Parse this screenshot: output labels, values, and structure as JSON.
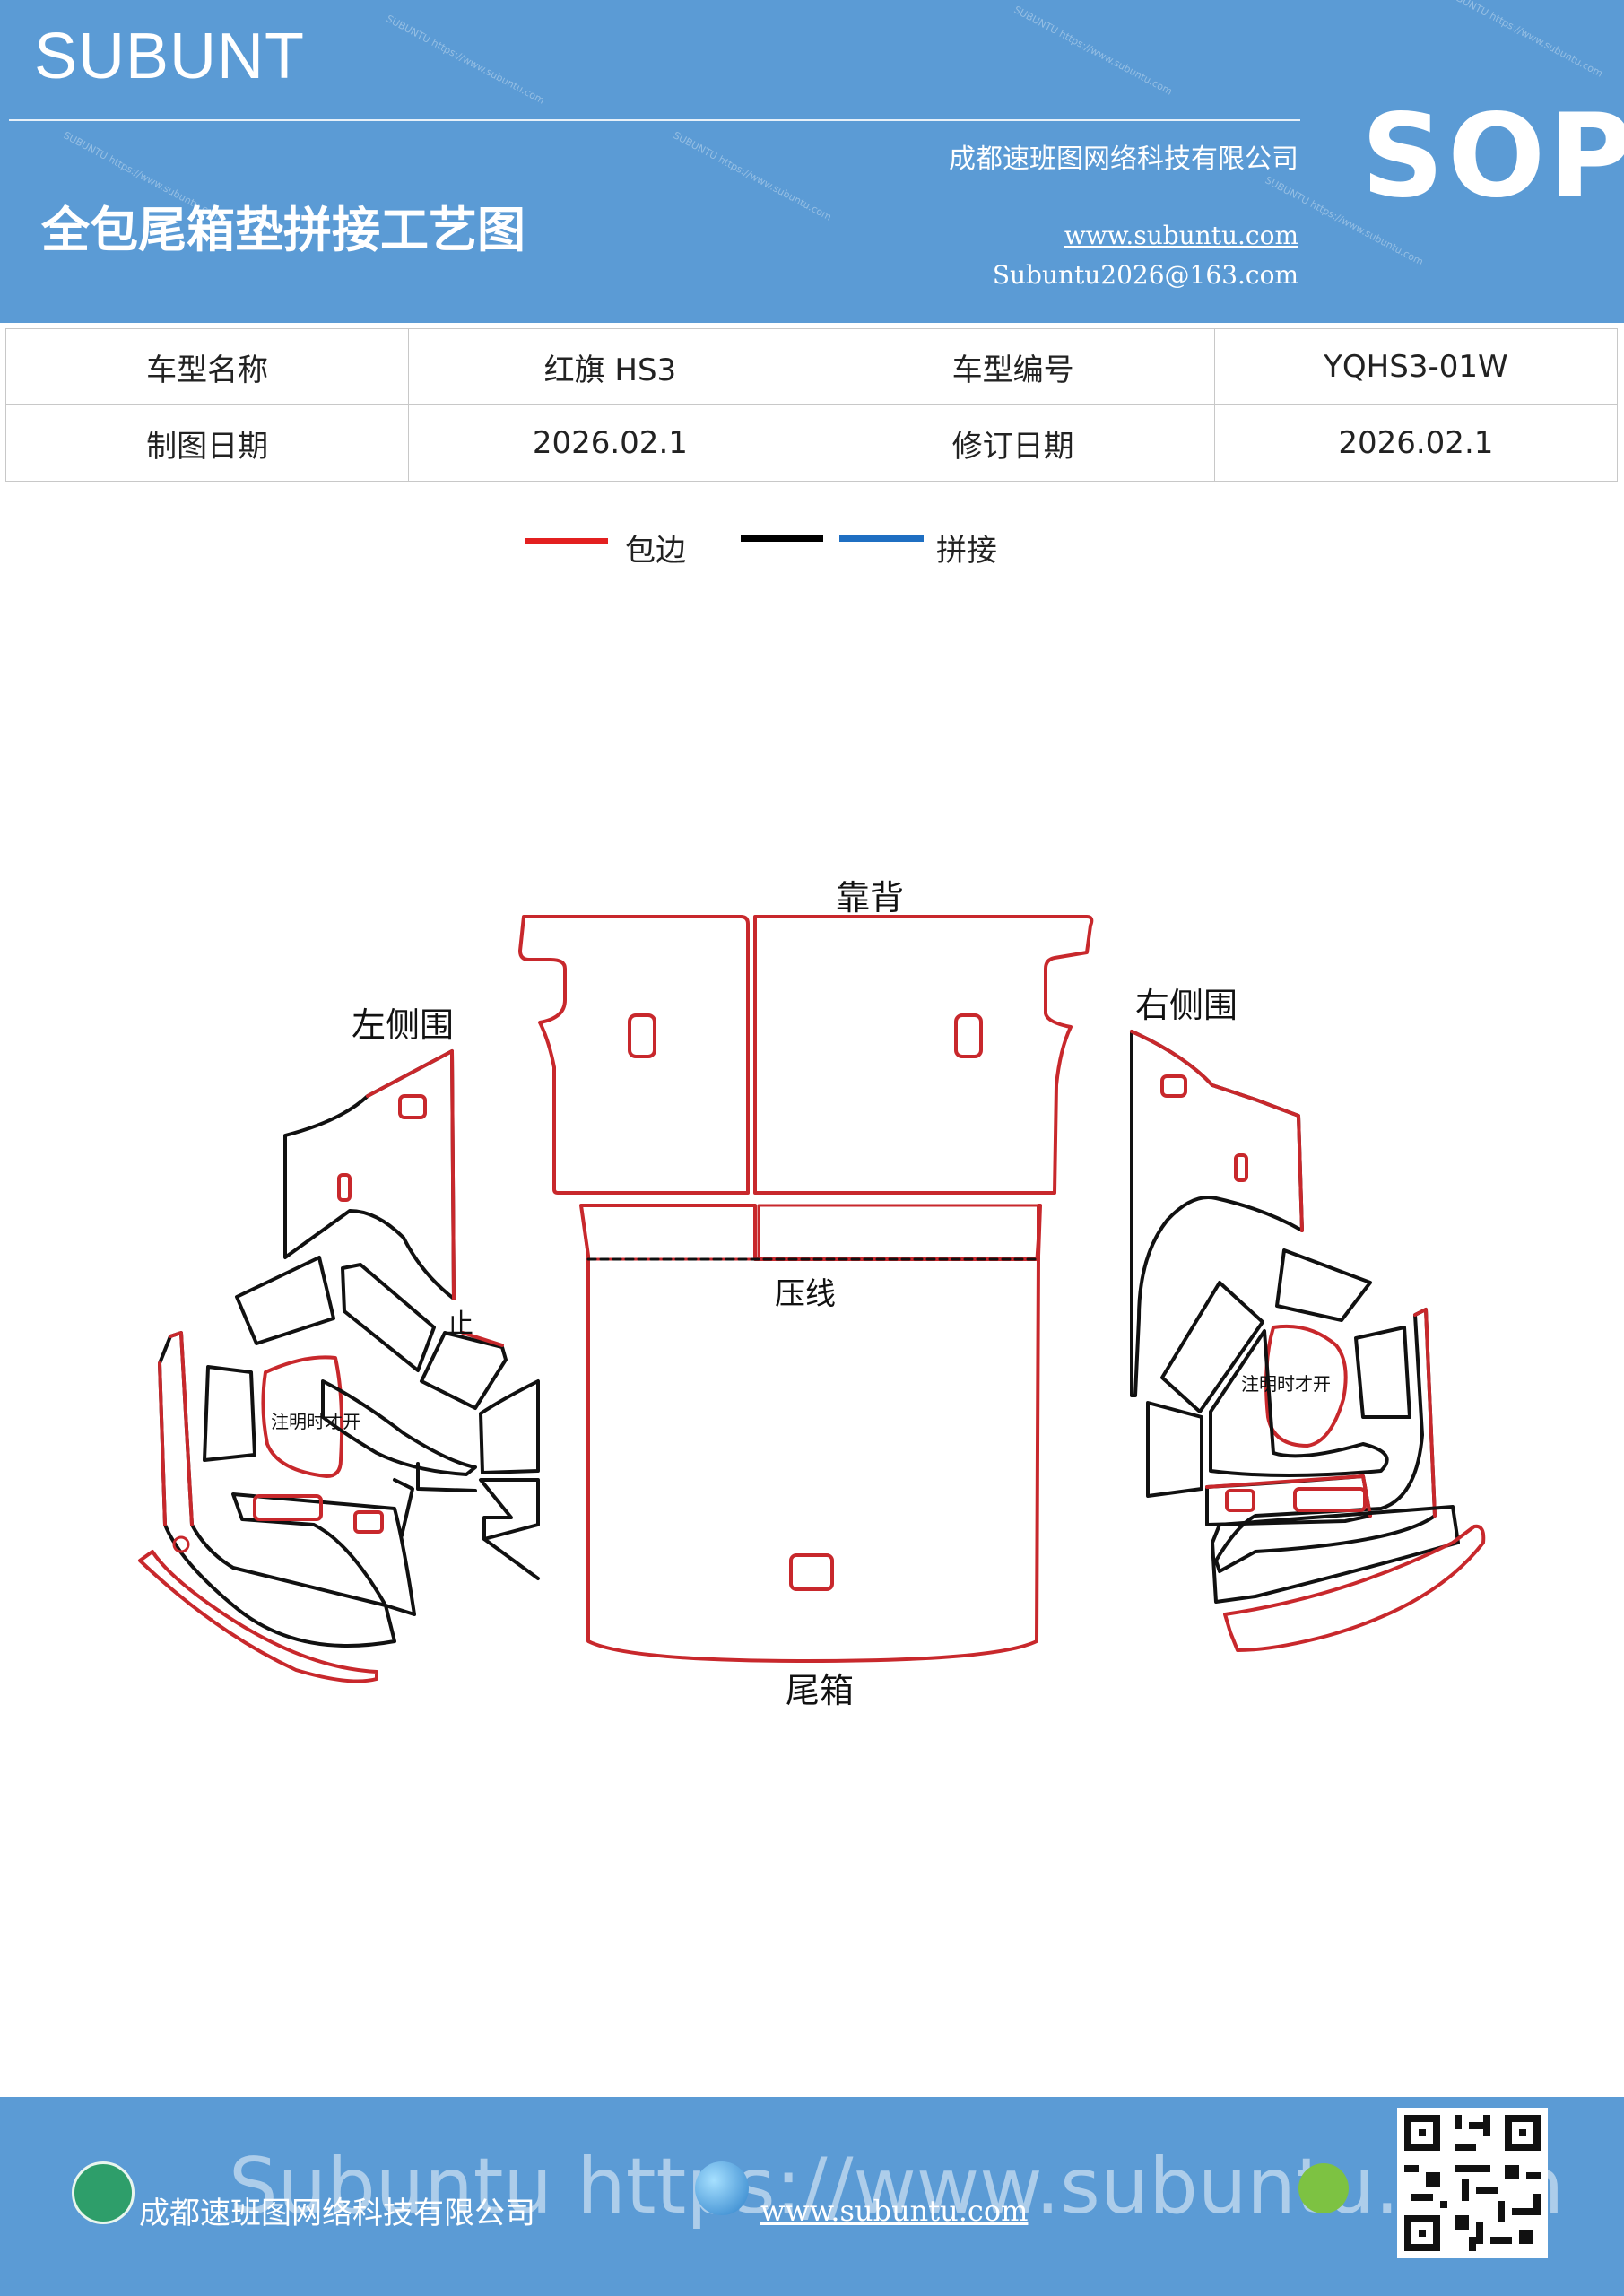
{
  "header": {
    "brand": "SUBUNT",
    "sop": "SOP",
    "company": "成都速班图网络科技有限公司",
    "title": "全包尾箱垫拼接工艺图",
    "website": "www.subuntu.com",
    "email": "Subuntu2026@163.com",
    "watermark": "SUBUNTU https://www.subuntu.com"
  },
  "info": {
    "model_name_label": "车型名称",
    "model_name_value": "红旗 HS3",
    "model_code_label": "车型编号",
    "model_code_value": "YQHS3-01W",
    "draw_date_label": "制图日期",
    "draw_date_value": "2026.02.1",
    "revise_date_label": "修订日期",
    "revise_date_value": "2026.02.1"
  },
  "legend": {
    "edge_label": "包边",
    "splice_label": "拼接",
    "colors": {
      "edge": "#e32020",
      "black": "#000000",
      "splice": "#1f6fc2"
    }
  },
  "diagram": {
    "backrest_label": "靠背",
    "left_side_label": "左侧围",
    "right_side_label": "右侧围",
    "press_line_label": "压线",
    "trunk_label": "尾箱",
    "note_left": "注明时才开",
    "note_right": "注明时才开",
    "mark_left": "止",
    "colors": {
      "edge": "#c8282c",
      "cut": "#111111"
    }
  },
  "footer": {
    "company": "成都速班图网络科技有限公司",
    "website": "www.subuntu.com",
    "watermark": "Subuntu  https://www.subuntu.com"
  }
}
